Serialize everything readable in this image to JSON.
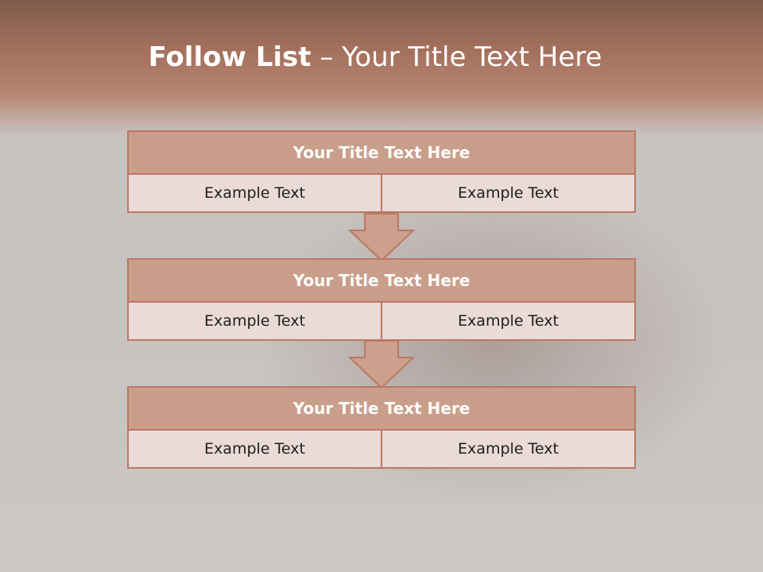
{
  "slide": {
    "title_bold": "Follow List",
    "title_rest": " – Your Title Text Here"
  },
  "steps": [
    {
      "title": "Your Title Text Here",
      "cells": [
        "Example Text",
        "Example Text"
      ]
    },
    {
      "title": "Your Title Text Here",
      "cells": [
        "Example Text",
        "Example Text"
      ]
    },
    {
      "title": "Your Title Text Here",
      "cells": [
        "Example Text",
        "Example Text"
      ]
    }
  ],
  "colors": {
    "header_fill": "#c99f8c",
    "border": "#b97865",
    "cell_fill": "#eadbd7",
    "arrow_fill": "#cd9f8d"
  }
}
